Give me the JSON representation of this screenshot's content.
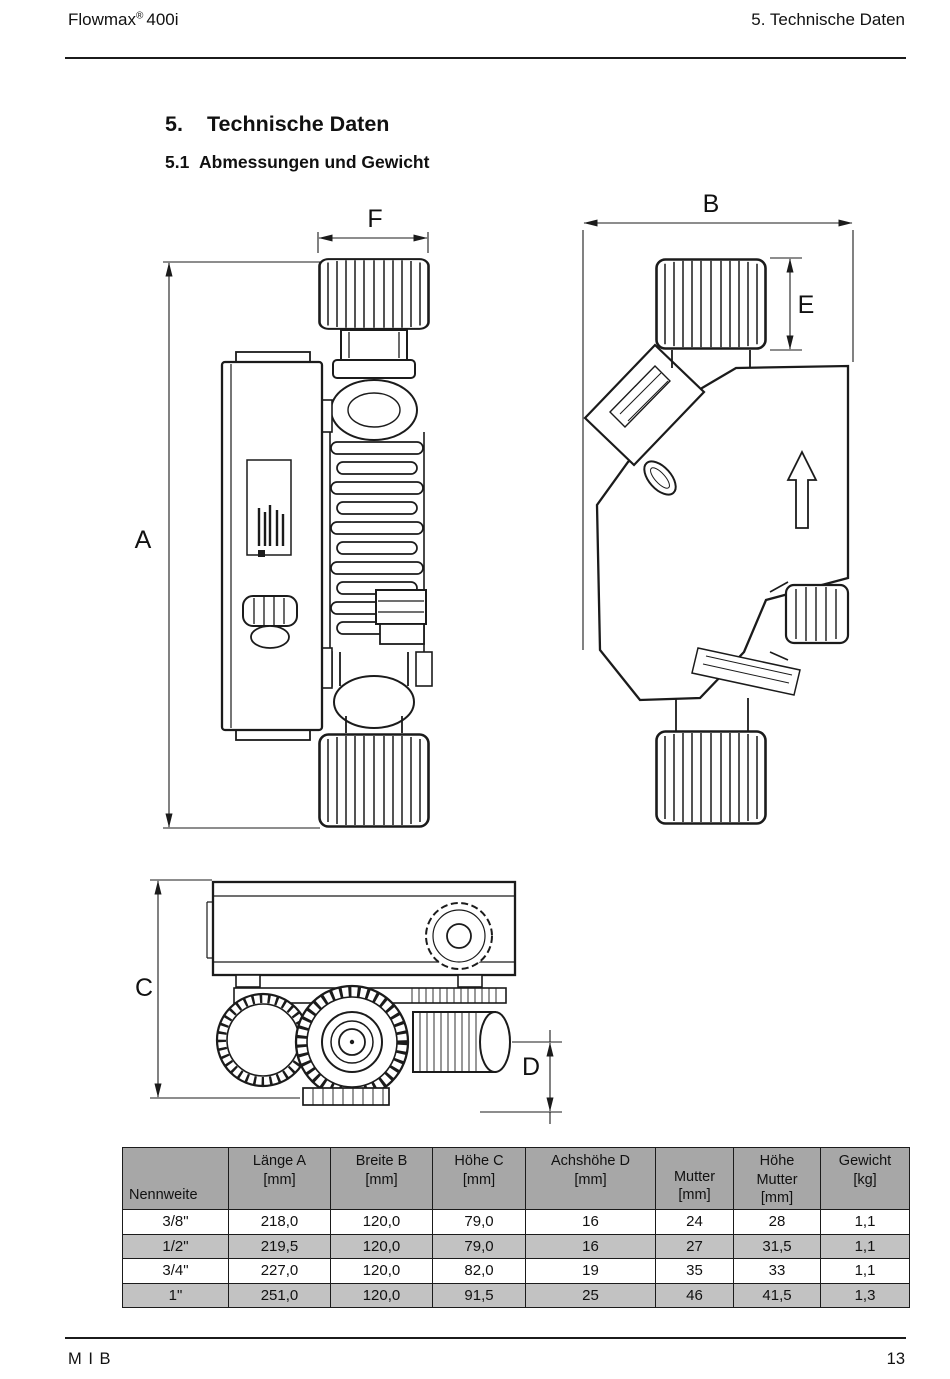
{
  "header": {
    "brand": "Flowmax",
    "trademark": "®",
    "model": "400i",
    "chapter": "5. Technische Daten"
  },
  "section": {
    "number": "5.",
    "title": "Technische Daten",
    "subsection_number": "5.1",
    "subsection_title": "Abmessungen und Gewicht"
  },
  "dimension_labels": {
    "F": "F",
    "B": "B",
    "E": "E",
    "A": "A",
    "C": "C",
    "D": "D"
  },
  "table": {
    "headers": {
      "nennweite": "Nennweite",
      "laenge": [
        "Länge A",
        "[mm]"
      ],
      "breite": [
        "Breite B",
        "[mm]"
      ],
      "hoehe": [
        "Höhe C",
        "[mm]"
      ],
      "achshoehe": [
        "Achshöhe D",
        "[mm]"
      ],
      "mutter": [
        "Mutter",
        "[mm]"
      ],
      "hoehe_mutter": [
        "Höhe",
        "Mutter",
        "[mm]"
      ],
      "gewicht": [
        "Gewicht",
        "[kg]"
      ]
    },
    "rows": [
      [
        "3/8\"",
        "218,0",
        "120,0",
        "79,0",
        "16",
        "24",
        "28",
        "1,1"
      ],
      [
        "1/2\"",
        "219,5",
        "120,0",
        "79,0",
        "16",
        "27",
        "31,5",
        "1,1"
      ],
      [
        "3/4\"",
        "227,0",
        "120,0",
        "82,0",
        "19",
        "35",
        "33",
        "1,1"
      ],
      [
        "1\"",
        "251,0",
        "120,0",
        "91,5",
        "25",
        "46",
        "41,5",
        "1,3"
      ]
    ]
  },
  "footer": {
    "left": "M I B",
    "page_number": "13"
  }
}
